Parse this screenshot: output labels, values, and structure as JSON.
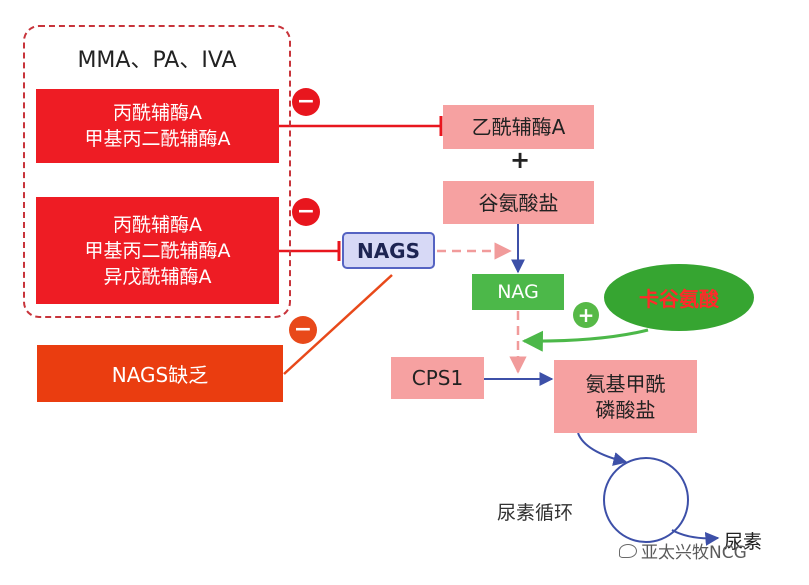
{
  "group_title": "MMA、PA、IVA",
  "box1": [
    "丙酰辅酶A",
    "甲基丙二酰辅酶A"
  ],
  "box2": [
    "丙酰辅酶A",
    "甲基丙二酰辅酶A",
    "异戊酰辅酶A"
  ],
  "deficiency": "NAGS缺乏",
  "acetyl_coa": "乙酰辅酶A",
  "plus_sign": "+",
  "glutamate": "谷氨酸盐",
  "nags": "NAGS",
  "nag": "NAG",
  "carglumic_acid": "卡谷氨酸",
  "cps1": "CPS1",
  "carbamoyl_phosphate": [
    "氨基甲酰",
    "磷酸盐"
  ],
  "urea_cycle": "尿素循环",
  "urea": "尿素",
  "inhibit_symbol": "−",
  "activate_symbol": "+",
  "watermark": "亚太兴牧NCG",
  "colors": {
    "inhibitor_red": "#ee1c24",
    "pink": "#f6a1a1",
    "nags_fill": "#d7d9f6",
    "nag_green": "#4cb849",
    "arrow_blue": "#3d50a8"
  }
}
